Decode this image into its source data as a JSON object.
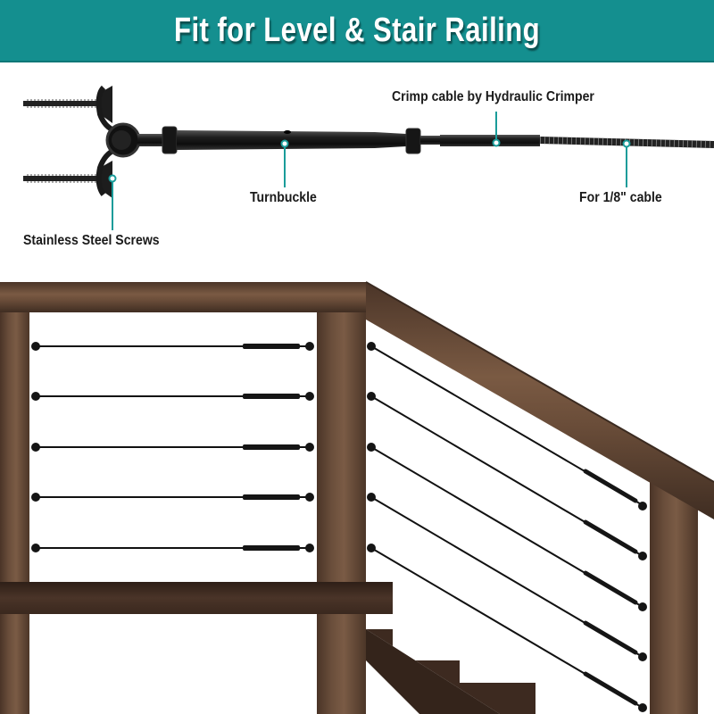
{
  "banner": {
    "title": "Fit for Level & Stair Railing",
    "background_color": "#148f8f",
    "text_color": "#ffffff"
  },
  "hardware_diagram": {
    "callouts": [
      {
        "id": "crimp",
        "label": "Crimp cable by Hydraulic Crimper"
      },
      {
        "id": "turnbuckle",
        "label": "Turnbuckle"
      },
      {
        "id": "cable",
        "label": "For 1/8\" cable"
      },
      {
        "id": "screws",
        "label": "Stainless Steel Screws"
      }
    ],
    "accent_color": "#1a9c9a",
    "hardware_color": "#1b1b1b"
  },
  "railing_illustration": {
    "wood_color": "#5a4232",
    "wood_dark": "#3e2c22",
    "cable_color": "#111111",
    "level_cable_count": 5,
    "stair_cable_count": 5,
    "stair_steps": 3
  }
}
